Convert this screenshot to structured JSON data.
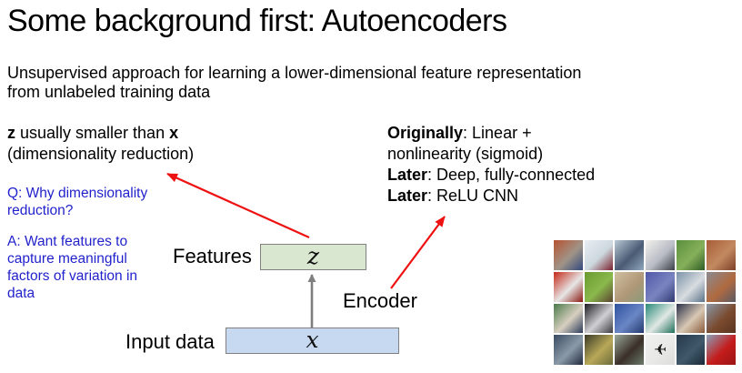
{
  "slide": {
    "title": "Some background first: Autoencoders",
    "subtitle": "Unsupervised approach for learning a lower-dimensional feature representation\nfrom unlabeled training data"
  },
  "left_note": {
    "bold_z": "z",
    "mid": " usually smaller than ",
    "bold_x": "x",
    "line2": "(dimensionality reduction)"
  },
  "q_note": "Q: Why dimensionality\nreduction?",
  "a_note": "A: Want features to\ncapture meaningful\nfactors of variation in\ndata",
  "right_notes": {
    "lines": [
      {
        "bold": "Originally",
        "rest": ": Linear +"
      },
      {
        "bold": "",
        "rest": "nonlinearity (sigmoid)"
      },
      {
        "bold": "Later",
        "rest": ": Deep, fully-connected"
      },
      {
        "bold": "Later",
        "rest": ": ReLU CNN"
      }
    ]
  },
  "diagram": {
    "features_label": "Features",
    "encoder_label": "Encoder",
    "input_label": "Input data",
    "z_symbol": "z",
    "x_symbol": "x",
    "z_box_color": "#d9e7d0",
    "x_box_color": "#c6d9f1",
    "box_border_color": "#808080",
    "arrow_gray": "#7f7f7f",
    "arrow_red": "#ee1111"
  },
  "colors": {
    "note_blue": "#2222cc",
    "text_black": "#000000",
    "background": "#ffffff"
  },
  "cifar_grid": {
    "tiles": [
      {
        "name": "cat-on-couch",
        "colors": [
          "#b65330",
          "#a09488",
          "#30487e"
        ]
      },
      {
        "name": "ferry-ship",
        "colors": [
          "#e9eef2",
          "#ccd7de",
          "#7a202c"
        ]
      },
      {
        "name": "boat-on-water",
        "colors": [
          "#b8c8d4",
          "#4a5a74",
          "#8fa8bc"
        ]
      },
      {
        "name": "concorde-poster",
        "colors": [
          "#f2f0ec",
          "#b8bcc4",
          "#3a3f48"
        ]
      },
      {
        "name": "frog-on-leaves",
        "colors": [
          "#5a8f3c",
          "#86b05a",
          "#2f5d25"
        ]
      },
      {
        "name": "squirrel",
        "colors": [
          "#a85c38",
          "#c28a60",
          "#7a3f28"
        ]
      },
      {
        "name": "white-car-red-bg",
        "colors": [
          "#c42818",
          "#e6e6e6",
          "#8a1810"
        ]
      },
      {
        "name": "green-frog",
        "colors": [
          "#6a9a30",
          "#8ab84c",
          "#5a4330"
        ]
      },
      {
        "name": "tan-cat",
        "colors": [
          "#cfc0a0",
          "#b09878",
          "#8a9a78"
        ]
      },
      {
        "name": "blue-car",
        "colors": [
          "#5058a8",
          "#7a84c0",
          "#303a70"
        ]
      },
      {
        "name": "fighter-jet",
        "colors": [
          "#7a93a8",
          "#d8dce0",
          "#5a7288"
        ]
      },
      {
        "name": "cargo-truck",
        "colors": [
          "#8a8a92",
          "#b06a40",
          "#5a5a64"
        ]
      },
      {
        "name": "dog-on-grass",
        "colors": [
          "#4a7a4a",
          "#d8cfc0",
          "#2a3a5a"
        ]
      },
      {
        "name": "white-horse",
        "colors": [
          "#1c1c20",
          "#d0d0d4",
          "#3a3a40"
        ]
      },
      {
        "name": "blue-truck",
        "colors": [
          "#2f52a0",
          "#6a86c4",
          "#243a6e"
        ]
      },
      {
        "name": "teal-boat",
        "colors": [
          "#2a8a7a",
          "#e0e8e4",
          "#1f6e5a"
        ]
      },
      {
        "name": "beagle-puppy",
        "colors": [
          "#2a3048",
          "#d8c8b4",
          "#8a5a38"
        ]
      },
      {
        "name": "horse-head",
        "colors": [
          "#8a98a8",
          "#7a4a2e",
          "#5a3420"
        ]
      },
      {
        "name": "harbor-ships",
        "colors": [
          "#3a4a62",
          "#8a9aa8",
          "#202a3e"
        ]
      },
      {
        "name": "olive-frog",
        "colors": [
          "#3a3a28",
          "#b8a858",
          "#6a6a38"
        ]
      },
      {
        "name": "dark-horse",
        "colors": [
          "#9aa89a",
          "#3a2f28",
          "#6a7a6a"
        ]
      },
      {
        "name": "jet-silhouette",
        "colors": [
          "#f0f0ee",
          "#e9e9e7",
          "#dcdcda"
        ],
        "glyph": "✈"
      },
      {
        "name": "deer-dark-teal",
        "colors": [
          "#26384a",
          "#3f586a",
          "#1a2a38"
        ]
      },
      {
        "name": "red-firetruck",
        "colors": [
          "#8aa0b8",
          "#c41c1c",
          "#9a1414"
        ]
      }
    ]
  }
}
